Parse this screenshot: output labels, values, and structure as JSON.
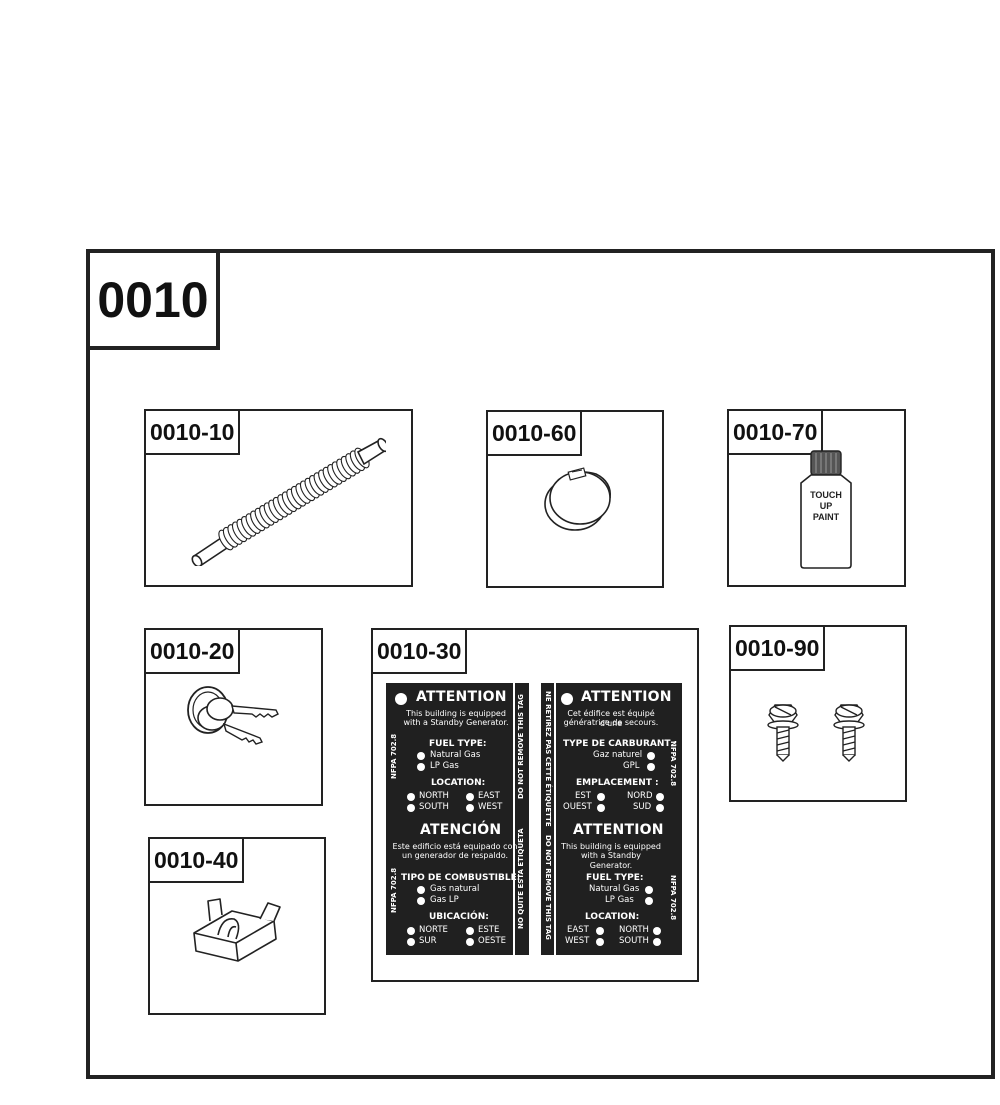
{
  "main": {
    "label": "0010"
  },
  "parts": {
    "p10": {
      "label": "0010-10",
      "name": "flexible-fuel-line"
    },
    "p60": {
      "label": "0010-60",
      "name": "plug-cap"
    },
    "p70": {
      "label": "0010-70",
      "name": "touch-up-paint",
      "bottle_text": [
        "TOUCH",
        "UP",
        "PAINT"
      ]
    },
    "p20": {
      "label": "0010-20",
      "name": "keys"
    },
    "p30": {
      "label": "0010-30",
      "name": "attention-tag"
    },
    "p90": {
      "label": "0010-90",
      "name": "screws"
    },
    "p40": {
      "label": "0010-40",
      "name": "fuse"
    }
  },
  "tag": {
    "left": {
      "title": "ATTENTION",
      "body": [
        "This building is equipped",
        "with a Standby Generator."
      ],
      "fuel_heading": "FUEL TYPE:",
      "fuel_options": [
        "Natural Gas",
        "LP Gas"
      ],
      "location_heading": "LOCATION:",
      "location_options": [
        "NORTH",
        "EAST",
        "SOUTH",
        "WEST"
      ],
      "title2": "ATENCIÓN",
      "body2": [
        "Este edificio está equipado con",
        "un generador de respaldo."
      ],
      "fuel_heading2": "TIPO DE COMBUSTIBLE:",
      "fuel_options2": [
        "Gas natural",
        "Gas LP"
      ],
      "location_heading2": "UBICACIÓN:",
      "location_options2": [
        "NORTE",
        "ESTE",
        "SUR",
        "OESTE"
      ],
      "side_code": "NFPA 702.8",
      "strip_top": "DO NOT REMOVE THIS TAG",
      "strip_bottom": "NO QUITE ESTA ETIQUETA"
    },
    "right": {
      "title": "ATTENTION",
      "body": [
        "Cet édifice est équipé d'une",
        "génératrice de secours."
      ],
      "fuel_heading": "TYPE DE CARBURANT :",
      "fuel_options": [
        "Gaz naturel",
        "GPL"
      ],
      "location_heading": "EMPLACEMENT :",
      "location_options": [
        "EST",
        "NORD",
        "OUEST",
        "SUD"
      ],
      "title2": "ATTENTION",
      "body2": [
        "This building is equipped",
        "with a Standby Generator."
      ],
      "fuel_heading2": "FUEL TYPE:",
      "fuel_options2": [
        "Natural Gas",
        "LP Gas"
      ],
      "location_heading2": "LOCATION:",
      "location_options2": [
        "EAST",
        "NORTH",
        "WEST",
        "SOUTH"
      ],
      "side_code": "NFPA 702.8",
      "strip_top": "NE RETIREZ PAS CETTE ÉTIQUETTE",
      "strip_bottom": "DO NOT REMOVE THIS TAG"
    }
  }
}
